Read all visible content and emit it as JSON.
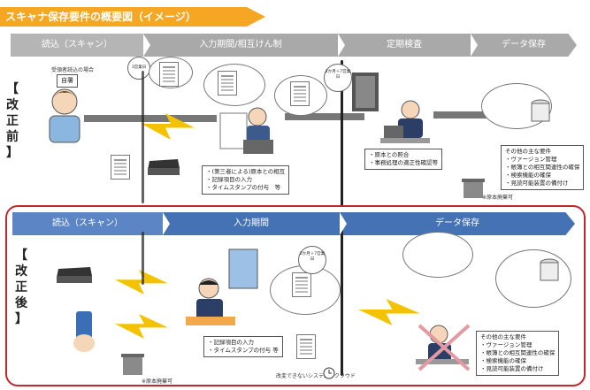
{
  "title": "スキャナ保存要件の概要図（イメージ）",
  "before": {
    "side_label": [
      "【",
      "改",
      "正",
      "前",
      "】"
    ],
    "phases": [
      "読込（スキャン）",
      "入力期間/相互けん制",
      "定期検査",
      "データ保存"
    ],
    "receiver_label": "受領者読込の場合",
    "self_sign": "自署",
    "bubble1": "3営業日",
    "bubble2": "2か月＋7営業日",
    "note_input": [
      "・(第三者による)原本との相互",
      "・記録項目の入力",
      "・タイムスタンプの付与　等"
    ],
    "note_inspection": [
      "・原本との照合",
      "・事務処理の適正性確認等"
    ],
    "note_requirements": [
      "その他の主な要件",
      "・ヴァージョン管理",
      "・帳簿との相互関連性の確保",
      "・検索機能の確保",
      "・見読可能装置の備付け"
    ],
    "original_disposal": "※原本廃棄可"
  },
  "after": {
    "side_label": [
      "【",
      "改",
      "正",
      "後",
      "】"
    ],
    "phases": [
      "読込（スキャン）",
      "入力期間",
      "データ保存"
    ],
    "bubble1": "2か月＋7営業日",
    "note_input": [
      "・記録項目の入力",
      "・タイムスタンプの付与 等"
    ],
    "cloud_label": "改変できないシステム・クラウド",
    "note_requirements": [
      "その他の主な要件",
      "・ヴァージョン管理",
      "・帳簿との相互関連性の確保",
      "・検索機能の確保",
      "・見読可能装置の備付け"
    ],
    "original_disposal": "※原本廃棄可"
  }
}
